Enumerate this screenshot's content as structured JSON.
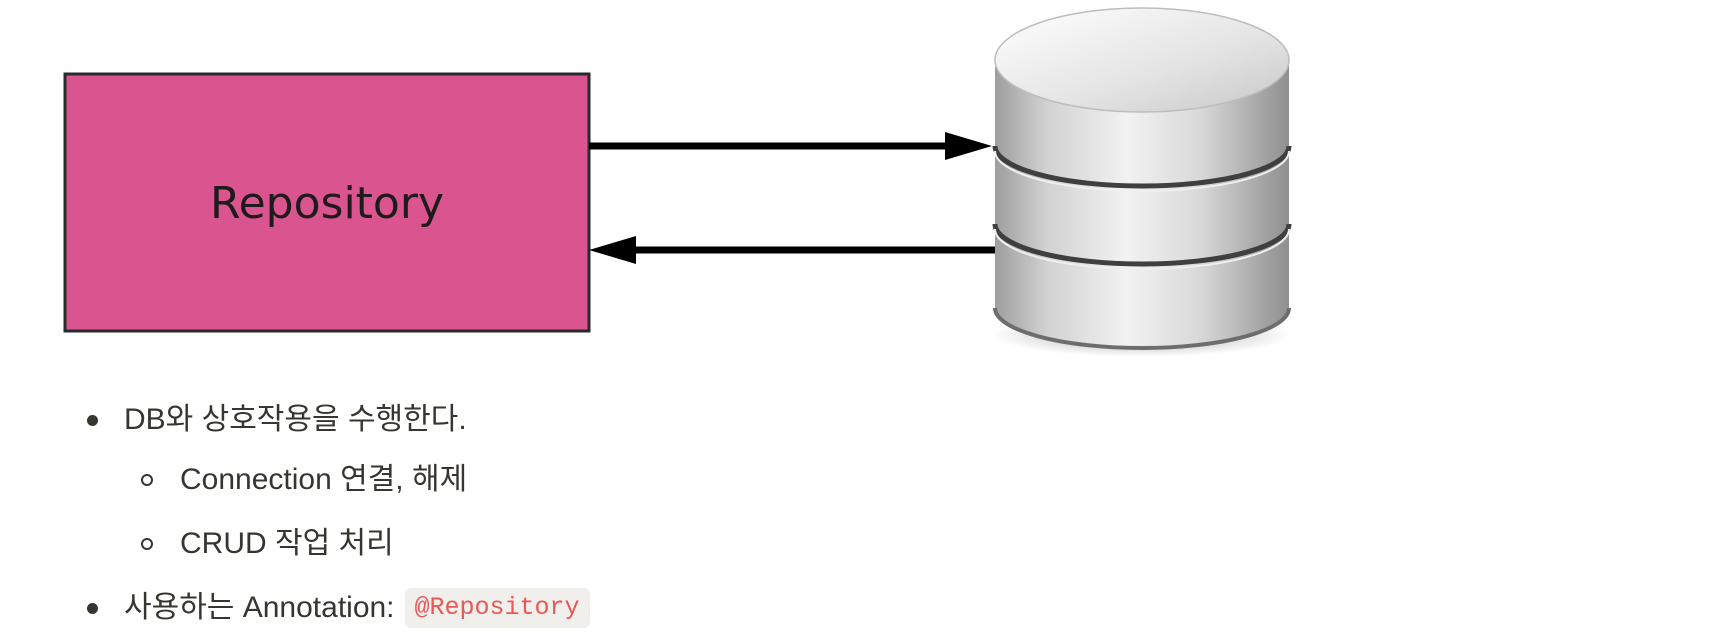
{
  "diagram": {
    "repository_label": "Repository",
    "box_color": "#da548f",
    "arrow_color": "#000000",
    "database_icon": "database-cylinder-icon"
  },
  "notes": {
    "items": [
      {
        "text": "DB와 상호작용을 수행한다."
      },
      {
        "text": "Connection 연결, 해제"
      },
      {
        "text": "CRUD 작업 처리"
      },
      {
        "text": "사용하는 Annotation:",
        "code": "@Repository"
      }
    ]
  }
}
